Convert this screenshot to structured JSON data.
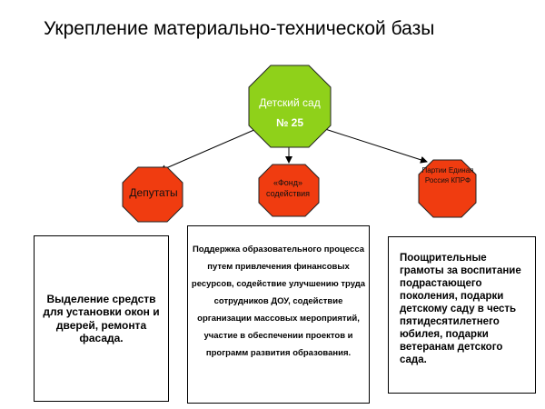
{
  "title": "Укрепление материально-технической базы",
  "center": {
    "line1": "Детский сад",
    "line2": "№ 25"
  },
  "nodes": {
    "deputies": "Депутаты",
    "fund": "«Фонд» содействия",
    "party": "Партии Единая Россия КПРФ"
  },
  "boxes": {
    "left": "Выделение средств для установки окон и дверей, ремонта фасада.",
    "middle": "Поддержка образовательного процесса путем привлечения финансовых ресурсов, содействие улучшению труда сотрудников ДОУ, содействие организации массовых мероприятий, участие в обеспечении проектов и программ развития образования.",
    "right": "Поощрительные грамоты за воспитание подрастающего поколения, подарки детскому саду в честь пятидесятилетнего юбилея, подарки ветеранам детского сада."
  },
  "colors": {
    "center_fill": "#8fd11a",
    "node_fill": "#f03c10",
    "arrow": "#000000"
  }
}
